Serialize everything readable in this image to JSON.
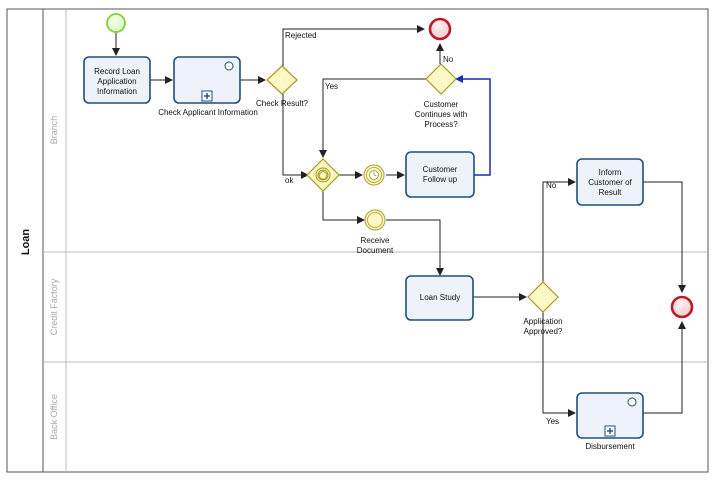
{
  "pool": {
    "label": "Loan"
  },
  "lanes": [
    {
      "label": "Branch"
    },
    {
      "label": "Credit Factory"
    },
    {
      "label": "Back Office"
    }
  ],
  "tasks": {
    "record_loan": [
      "Record Loan",
      "Application",
      "Information"
    ],
    "check_applicant": "Check Applicant Information",
    "customer_follow_up": [
      "Customer",
      "Follow up"
    ],
    "loan_study": "Loan Study",
    "inform_customer": [
      "Inform",
      "Customer of",
      "Result"
    ],
    "disbursement": "Disbursement"
  },
  "gateways": {
    "check_result": "Check Result?",
    "customer_continues": [
      "Customer",
      "Continues with",
      "Process?"
    ],
    "application_approved": [
      "Application",
      "Approved?"
    ]
  },
  "events": {
    "receive_document": [
      "Receive",
      "Document"
    ]
  },
  "flow_labels": {
    "rejected": "Rejected",
    "ok": "ok",
    "yes_continue": "Yes",
    "no_continue": "No",
    "no_approved": "No",
    "yes_approved": "Yes"
  },
  "colors": {
    "start_event": "#7fd13a",
    "end_event": "#b71c2b",
    "task_border": "#1f4f7a",
    "task_fill": "#eef3fb",
    "gateway_fill": "#fbf8c4",
    "gateway_border": "#a89a1f",
    "message_flow": "#1a2fb0"
  }
}
